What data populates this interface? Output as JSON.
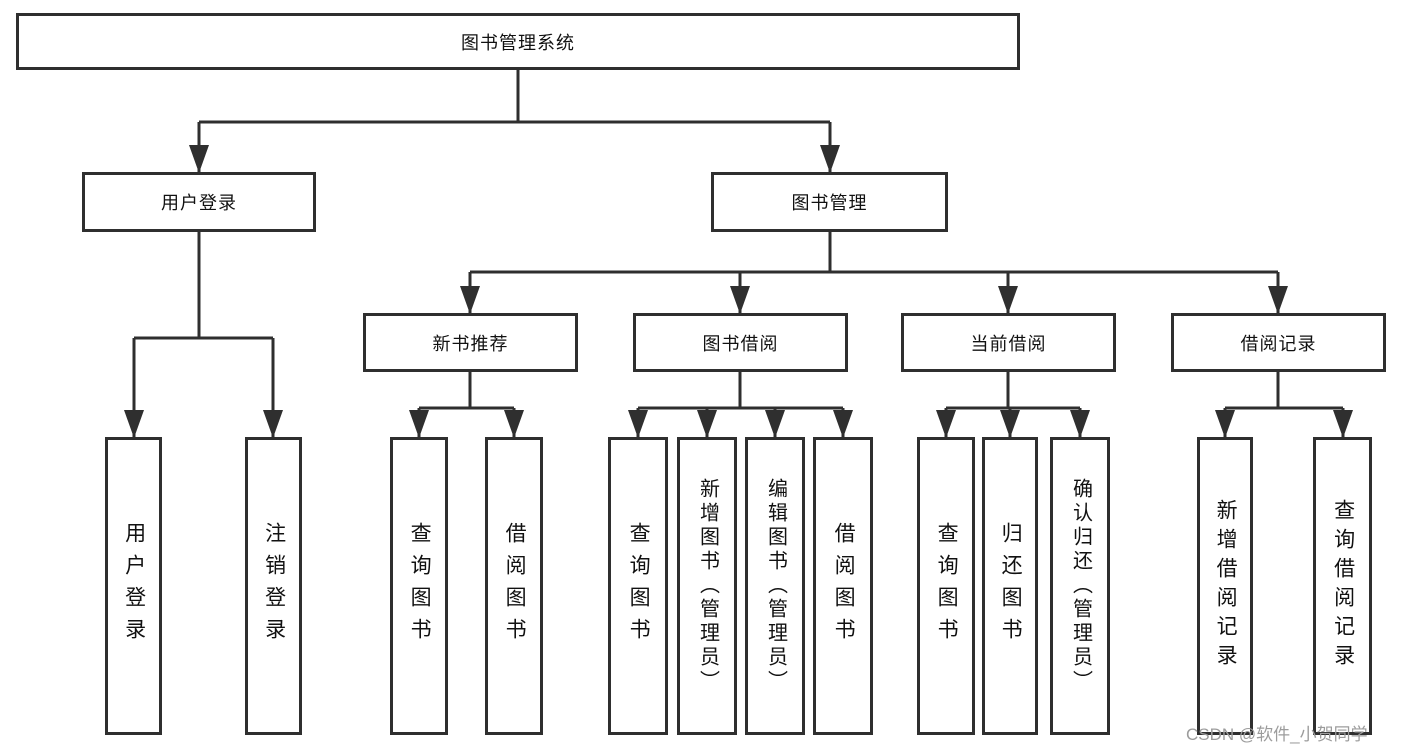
{
  "diagram": {
    "root": {
      "label": "图书管理系统"
    },
    "level2": [
      {
        "label": "用户登录"
      },
      {
        "label": "图书管理"
      }
    ],
    "level3": [
      {
        "label": "新书推荐"
      },
      {
        "label": "图书借阅"
      },
      {
        "label": "当前借阅"
      },
      {
        "label": "借阅记录"
      }
    ],
    "leaves": [
      {
        "label": "用户登录"
      },
      {
        "label": "注销登录"
      },
      {
        "label": "查询图书"
      },
      {
        "label": "借阅图书"
      },
      {
        "label": "查询图书"
      },
      {
        "label": "新增图书（管理员）"
      },
      {
        "label": "编辑图书（管理员）"
      },
      {
        "label": "借阅图书"
      },
      {
        "label": "查询图书"
      },
      {
        "label": "归还图书"
      },
      {
        "label": "确认归还（管理员）"
      },
      {
        "label": "新增借阅记录"
      },
      {
        "label": "查询借阅记录"
      }
    ]
  },
  "watermark": "CSDN @软件_小贺同学",
  "colors": {
    "line": "#2f2f2f",
    "text": "#111111",
    "watermark": "#9c9c9c",
    "background": "#ffffff"
  }
}
